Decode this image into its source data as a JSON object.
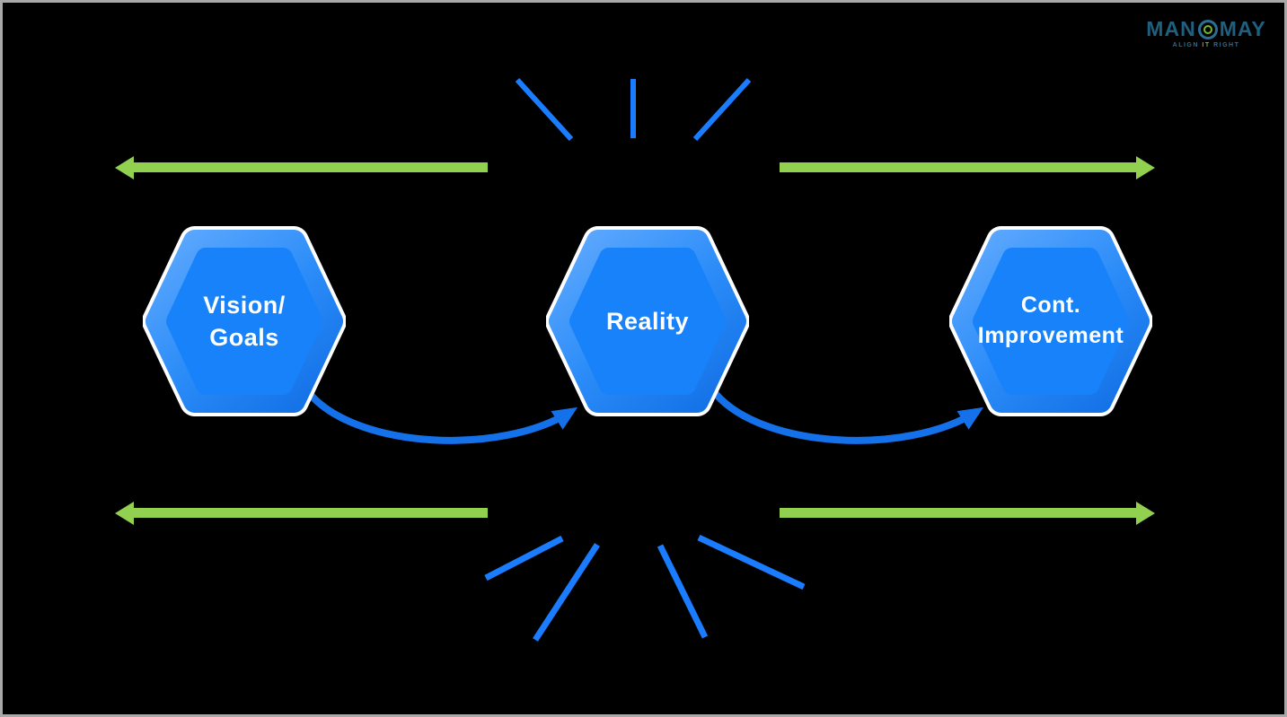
{
  "logo": {
    "text_pre": "MAN",
    "text_post": "MAY",
    "o_icon": "target-icon",
    "tagline_word1": "ALIGN",
    "tagline_word2": "IT",
    "tagline_word3": "RIGHT"
  },
  "diagram": {
    "nodes": [
      {
        "id": "vision-goals",
        "line1": "Vision/",
        "line2": "Goals"
      },
      {
        "id": "reality",
        "line1": "Reality",
        "line2": ""
      },
      {
        "id": "cont-improvement",
        "line1": "Cont.",
        "line2": "Improvement"
      }
    ],
    "colors": {
      "background": "#000000",
      "frame_border": "#a8a8a8",
      "green_arrow": "#92d050",
      "ray_blue": "#1a7dff",
      "curve_arrow_blue": "#1571ea",
      "hex_rim_light": "#5fa9fe",
      "hex_rim_dark": "#1573e8",
      "hex_inner_fill": "#1882fa",
      "hex_border": "#ffffff",
      "label_text": "#ffffff",
      "logo_text": "#1f5f7f",
      "logo_green": "#76b82a"
    }
  }
}
